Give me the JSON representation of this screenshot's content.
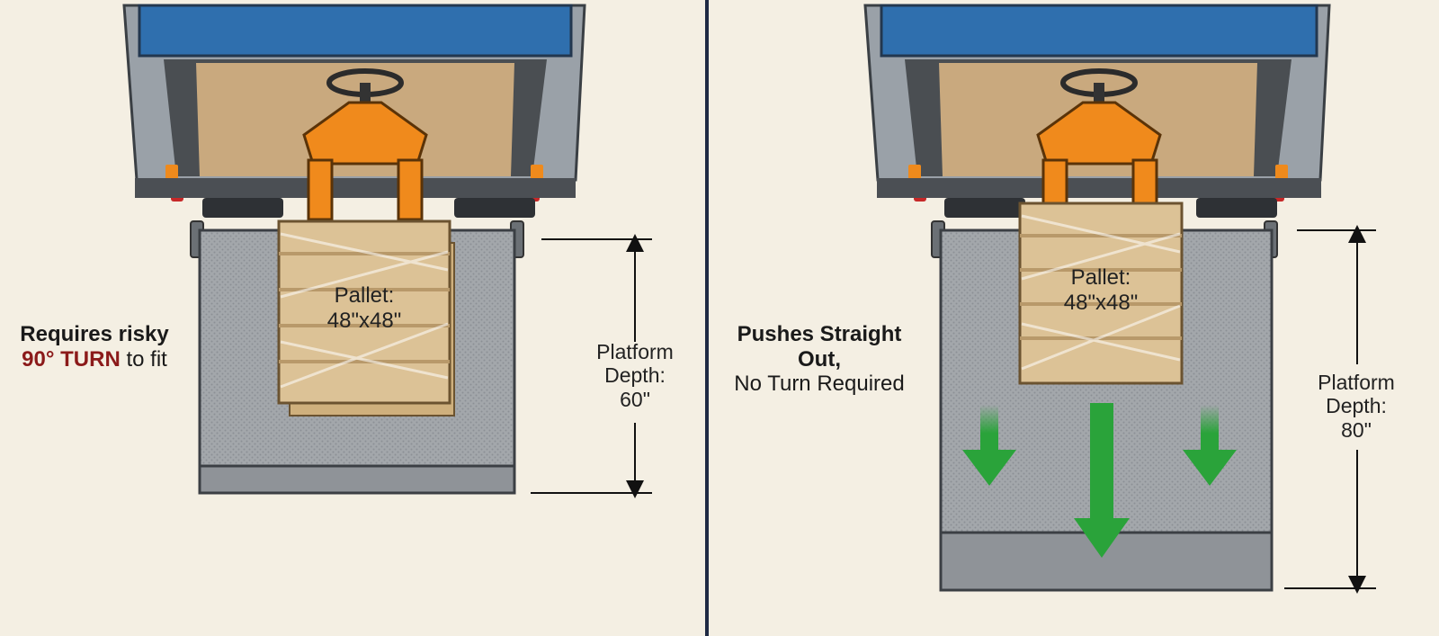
{
  "panels": [
    {
      "id": "left",
      "pallet_label_1": "Pallet:",
      "pallet_label_2": "48\"x48\"",
      "depth_label_1": "Platform",
      "depth_label_2": "Depth:",
      "depth_label_3": "60\"",
      "note_line1": "Requires risky",
      "note_turn": "90° TURN",
      "note_tail": " to fit"
    },
    {
      "id": "right",
      "pallet_label_1": "Pallet:",
      "pallet_label_2": "48\"x48\"",
      "depth_label_1": "Platform",
      "depth_label_2": "Depth:",
      "depth_label_3": "80\"",
      "note_line1": "Pushes Straight",
      "note_line2": "Out,",
      "note_line3": "No Turn Required"
    }
  ],
  "colors": {
    "background": "#f4efe3",
    "divider": "#1f2a44",
    "truck_blue": "#2f6fae",
    "truck_frame": "#9aa1a8",
    "cargo_floor": "#c9a97e",
    "jack_orange": "#f08a1c",
    "platform": "#9ea2a6",
    "pallet_wood": "#d9bd8c",
    "arrow_green": "#2aa33a",
    "turn_red": "#8b1a1a"
  },
  "icons": [
    "truck-icon",
    "pallet-jack-icon",
    "pallet-icon",
    "arrow-down-icon",
    "dimension-arrow-icon"
  ]
}
